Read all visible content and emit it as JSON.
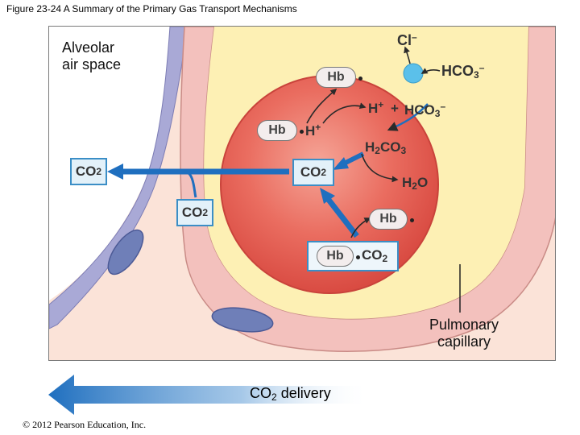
{
  "figure_title": "Figure 23-24 A Summary of the Primary Gas Transport Mechanisms",
  "labels": {
    "alveolar_line1": "Alveolar",
    "alveolar_line2": "air space",
    "capillary_line1": "Pulmonary",
    "capillary_line2": "capillary",
    "delivery_prefix": "CO",
    "delivery_sub": "2",
    "delivery_suffix": " delivery",
    "copyright": "© 2012 Pearson Education, Inc."
  },
  "molecules": {
    "co2_main": "CO",
    "co2_sub": "2",
    "hb": "Hb",
    "cl": "Cl",
    "cl_charge": "–",
    "hco3": "HCO",
    "hco3_sub": "3",
    "hco3_charge": "–",
    "h_plus": "H",
    "h_charge": "+",
    "plus_sign": "+",
    "h2co3_a": "H",
    "h2co3_sub1": "2",
    "h2co3_b": "CO",
    "h2co3_sub2": "3",
    "h2o_a": "H",
    "h2o_sub": "2",
    "h2o_b": "O"
  },
  "colors": {
    "rbc": "#e8655a",
    "plasma": "#fdf0b4",
    "tissue": "#f9dcd0",
    "arrow_blue": "#1f6fbf",
    "co2_box_fill": "#e3f1f9",
    "transporter": "#5bc0ea"
  }
}
